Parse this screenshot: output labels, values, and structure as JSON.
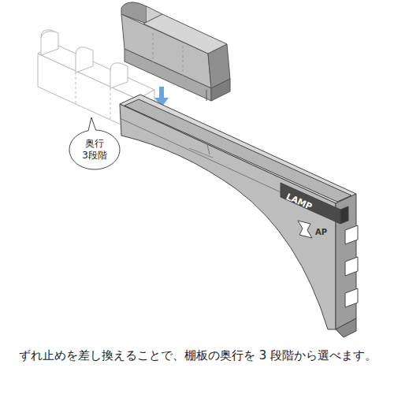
{
  "diagram": {
    "caption": "ずれ止めを差し換えることで、棚板の奥行を 3 段階から選べます。",
    "nodes": [
      {
        "text": [
          "奥行 3段階"
        ]
      }
    ],
    "edges": [],
    "labels": [
      "LAMP",
      "AP"
    ]
  }
}
